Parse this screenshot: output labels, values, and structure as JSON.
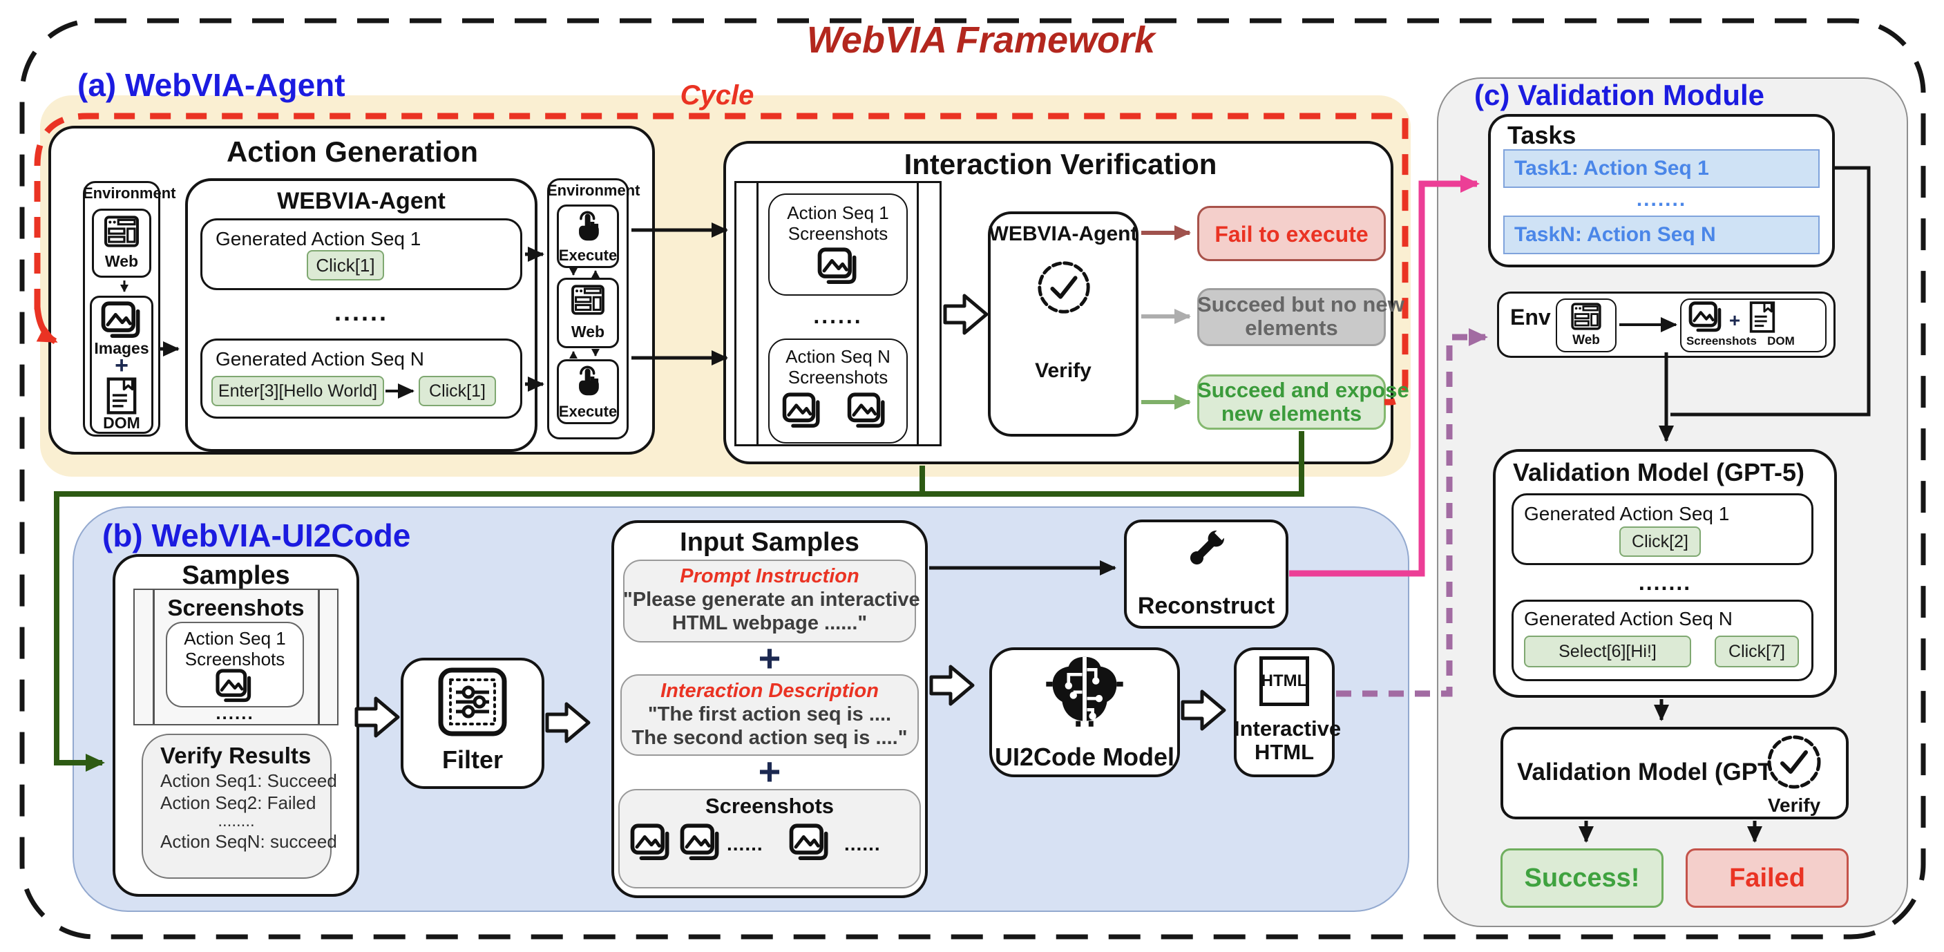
{
  "title": "WebVIA Framework",
  "colors": {
    "title_red": "#B3271E",
    "accent_red": "#EA3323",
    "section_blue": "#1B1BE0",
    "task_blue": "#4A86E8",
    "panel_yellow": "#FAEFD2",
    "panel_blue": "#D7E1F3",
    "panel_gray": "#F1F1F1",
    "chip_green_bg": "#DCEAD5",
    "chip_green_border": "#7FA871",
    "success_green": "#3FA23F",
    "dark_green": "#2D5A13",
    "pink": "#EC3E96",
    "purple": "#A26BA2",
    "plus_navy": "#1C2951",
    "fail_bg": "#F4CFCB",
    "gray_bg": "#C9C9C9"
  },
  "section_a": {
    "label": "(a) WebVIA-Agent",
    "cycle_label": "Cycle",
    "action_generation": {
      "title": "Action Generation",
      "env_in": {
        "title": "Environment",
        "web": "Web",
        "images": "Images",
        "plus": "+",
        "dom": "DOM"
      },
      "agent": {
        "title": "WEBVIA-Agent",
        "seq1_label": "Generated Action Seq 1",
        "seq1_chip": "Click[1]",
        "dots": "......",
        "seqn_label": "Generated Action Seq N",
        "seqn_chip1": "Enter[3][Hello World]",
        "seqn_chip2": "Click[1]"
      },
      "env_exec": {
        "title": "Environment",
        "execute_top": "Execute",
        "web": "Web",
        "execute_bottom": "Execute"
      }
    },
    "interaction_verification": {
      "title": "Interaction Verification",
      "shots": {
        "seq1_l1": "Action Seq 1",
        "seq1_l2": "Screenshots",
        "dots": "......",
        "seqn_l1": "Action Seq N",
        "seqn_l2": "Screenshots"
      },
      "verifier": {
        "title": "WEBVIA-Agent",
        "badge": "Verify"
      },
      "outcomes": {
        "fail": "Fail to execute",
        "nonew_l1": "Succeed but no new",
        "nonew_l2": "elements",
        "expose_l1": "Succeed and expose",
        "expose_l2": "new elements"
      }
    }
  },
  "section_b": {
    "label": "(b) WebVIA-UI2Code",
    "samples": {
      "title": "Samples",
      "screenshots_title": "Screenshots",
      "seq1_l1": "Action Seq 1",
      "seq1_l2": "Screenshots",
      "dots": "......",
      "verify_results": {
        "title": "Verify Results",
        "line1": "Action Seq1: Succeed",
        "line2": "Action Seq2: Failed",
        "line3": "........",
        "line4": "Action SeqN: succeed"
      }
    },
    "filter_label": "Filter",
    "input_samples": {
      "title": "Input Samples",
      "prompt_heading": "Prompt Instruction",
      "prompt_l1": "\"Please generate an interactive",
      "prompt_l2": "HTML webpage ......\"",
      "plus1": "+",
      "interaction_heading": "Interaction Description",
      "interaction_l1": "\"The first action seq is ....",
      "interaction_l2": "The second action seq is ....\"",
      "plus2": "+",
      "screenshots_title": "Screenshots",
      "dots1": "......",
      "dots2": "......"
    },
    "reconstruct_label": "Reconstruct",
    "model_label": "UI2Code Model",
    "html_icon_text": "HTML",
    "html_label_l1": "Interactive",
    "html_label_l2": "HTML"
  },
  "section_c": {
    "label": "(c) Validation Module",
    "tasks": {
      "title": "Tasks",
      "task1": "Task1: Action Seq 1",
      "dots": ".......",
      "taskn": "TaskN: Action Seq N"
    },
    "env": {
      "label": "Env",
      "web": "Web",
      "plus": "+",
      "screenshots": "Screenshots",
      "dom": "DOM"
    },
    "vm": {
      "title": "Validation Model (GPT-5)",
      "seq1_label": "Generated Action Seq 1",
      "seq1_chip": "Click[2]",
      "dots": ".......",
      "seqn_label": "Generated Action Seq N",
      "seqn_chip1": "Select[6][Hi!]",
      "seqn_chip2": "Click[7]"
    },
    "verifier": {
      "title": "Validation Model (GPT-5)",
      "badge": "Verify"
    },
    "results": {
      "success": "Success!",
      "failed": "Failed"
    }
  }
}
